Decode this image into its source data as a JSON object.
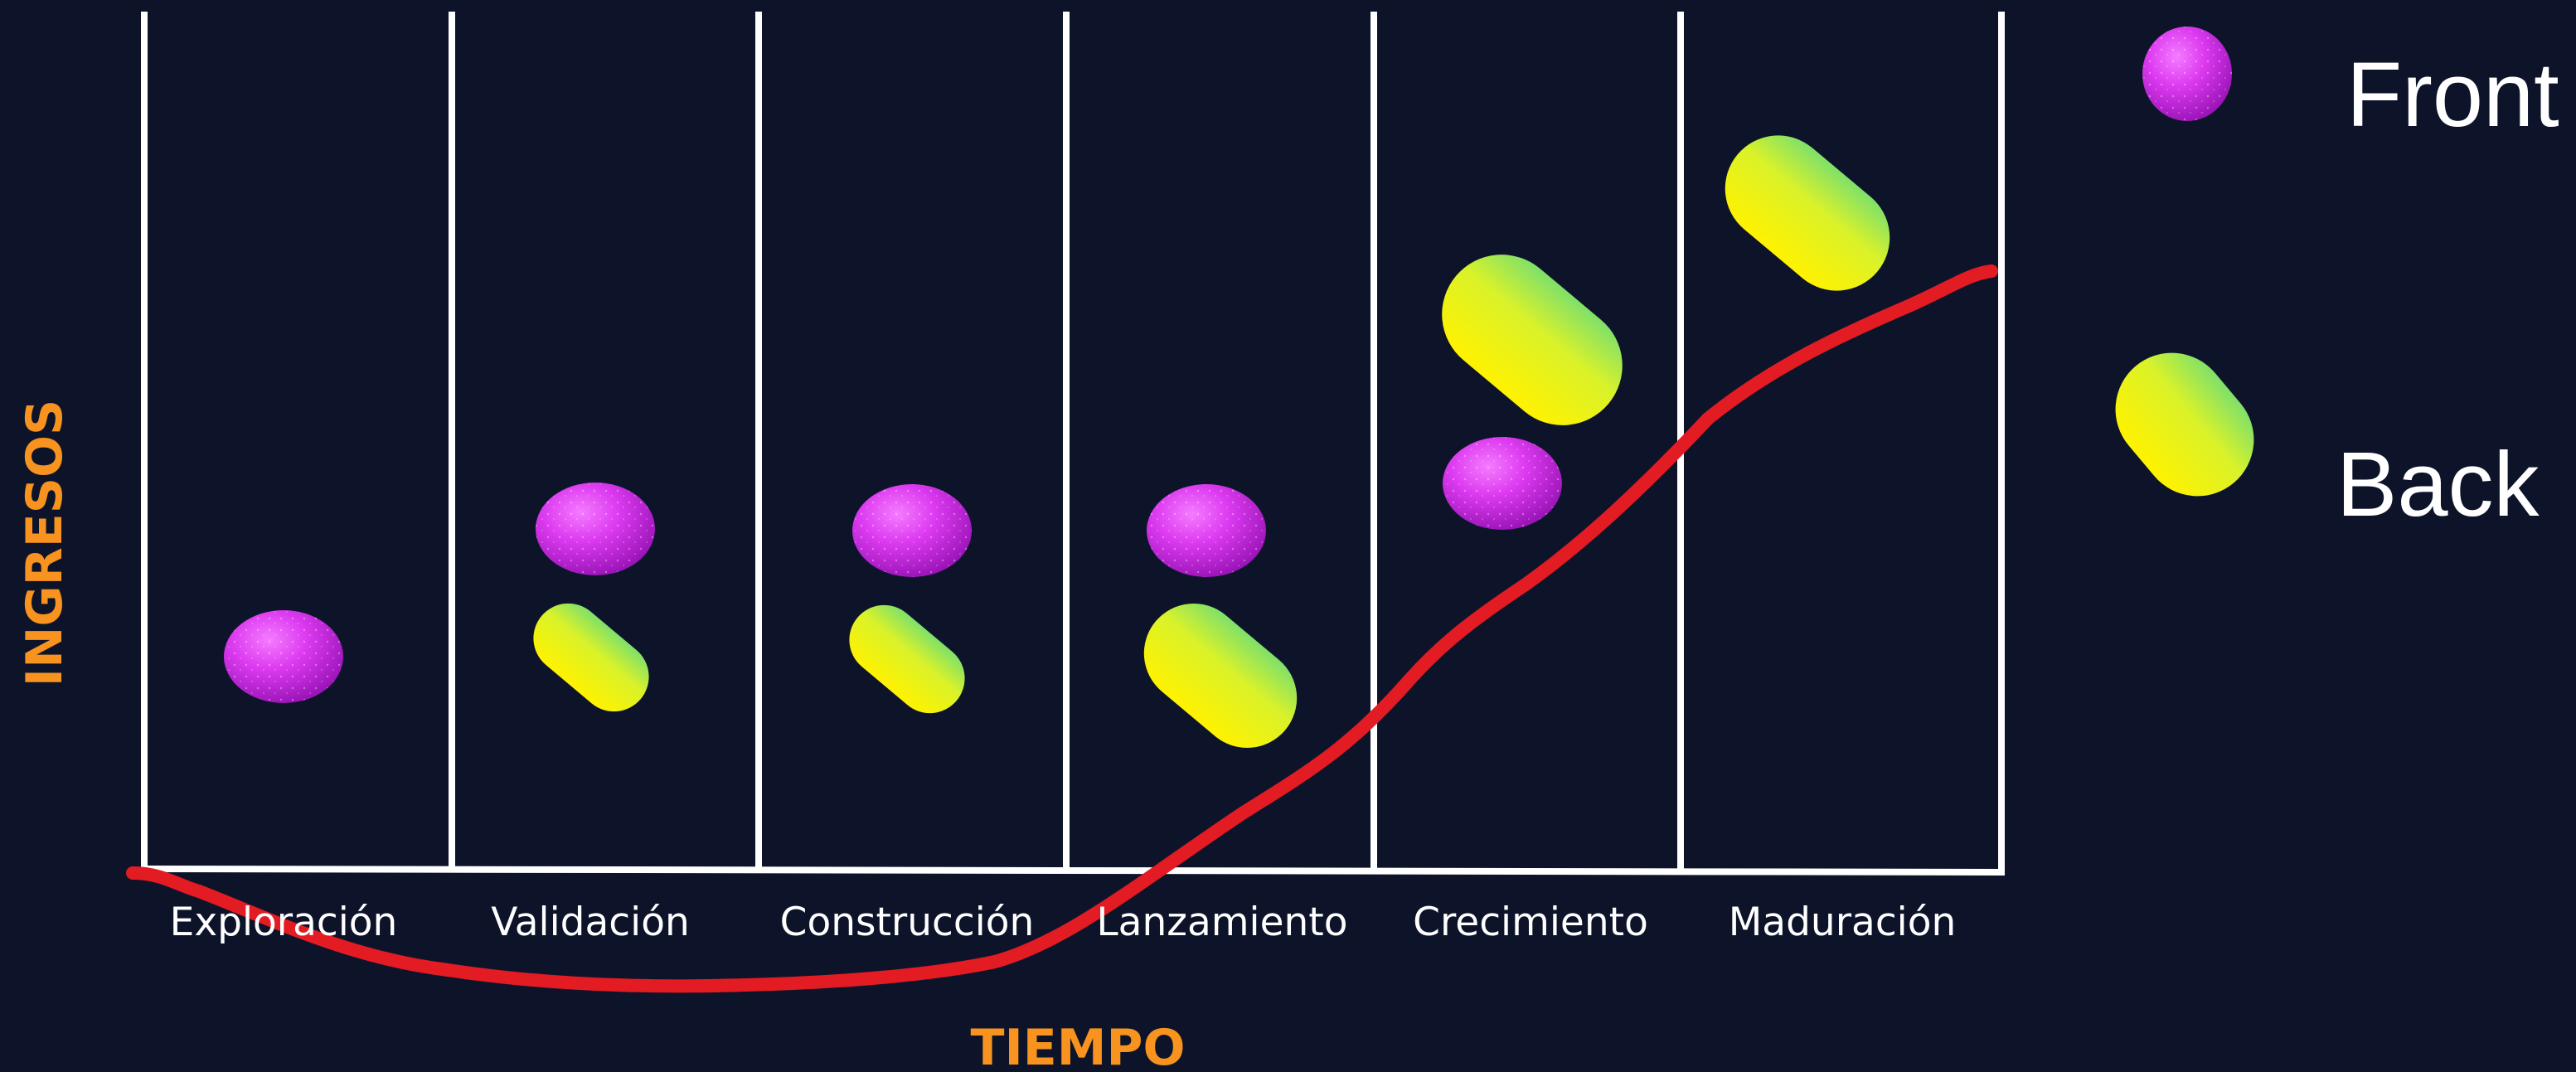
{
  "diagram": {
    "stages": [
      "Exploración",
      "Validación",
      "Construcción",
      "Lanzamiento",
      "Crecimiento",
      "Maduración"
    ],
    "x_axis_title": "TIEMPO",
    "y_axis_title": "INGRESOS",
    "legend": {
      "front_label": "Front",
      "back_label": "Back"
    },
    "colors": {
      "background": "#0d142a",
      "grid_lines": "#ffffff",
      "revenue_curve": "#e31b23",
      "axis_titles": "#f7931e",
      "front_icon": "#d633ea",
      "back_icon": "#ecf21e"
    },
    "icons": {
      "front": "magenta-sphere-icon",
      "back": "yellow-capsule-icon"
    }
  }
}
